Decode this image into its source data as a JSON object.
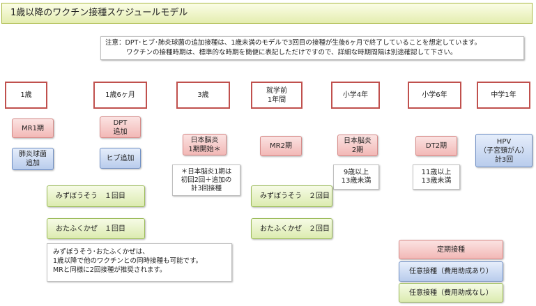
{
  "title": "1歳以降のワクチン接種スケジュールモデル",
  "note": {
    "line1": "注意：DPT･ヒブ･肺炎球菌の追加接種は、1歳未満のモデルで3回目の接種が生後6ヶ月で終了していることを想定しています。",
    "line2": "ワクチンの接種時期は、標準的な時期を簡便に表記しただけですので、詳細な時期間隔は別途確認して下さい。"
  },
  "ages": {
    "a1": "1歳",
    "a2": "1歳6ヶ月",
    "a3": "3歳",
    "a4_l1": "就学前",
    "a4_l2": "1年間",
    "a5": "小学4年",
    "a6": "小学6年",
    "a7": "中学1年"
  },
  "vaccines": {
    "mr1": "MR1期",
    "pneumo_l1": "肺炎球菌",
    "pneumo_l2": "追加",
    "dpt_l1": "DPT",
    "dpt_l2": "追加",
    "hib": "ヒブ追加",
    "je1_l1": "日本脳炎",
    "je1_l2": "1期開始＊",
    "je1_note_l1": "＊日本脳炎1期は",
    "je1_note_l2": "初回2回＋追加の",
    "je1_note_l3": "計3回接種",
    "mr2": "MR2期",
    "je2_l1": "日本脳炎",
    "je2_l2": "2期",
    "je2_note_l1": "9歳以上",
    "je2_note_l2": "13歳未満",
    "dt2": "DT2期",
    "dt2_note_l1": "11歳以上",
    "dt2_note_l2": "13歳未満",
    "hpv_l1": "HPV",
    "hpv_l2": "（子宮頸がん）",
    "hpv_l3": "計3回",
    "varicella1": "みずぼうそう　１回目",
    "mumps1": "おたふくかぜ　１回目",
    "varicella2": "みずぼうそう　２回目",
    "mumps2": "おたふくかぜ　２回目"
  },
  "remark": {
    "l1": "みずぼうそう･おたふくかぜは、",
    "l2": "1歳以降で他のワクチンとの同時接種も可能です。",
    "l3": "MRと同様に2回接種が推奨されます。"
  },
  "legend": {
    "routine": "定期接種",
    "optional_subsidized": "任意接種（費用助成あり）",
    "optional_unsubsidized": "任意接種（費用助成なし）"
  },
  "colors": {
    "age_border": "#c0504d",
    "routine": "#f2b8b6",
    "optional_subsidized": "#b9ccec",
    "optional_unsubsidized": "#dcebb0"
  }
}
